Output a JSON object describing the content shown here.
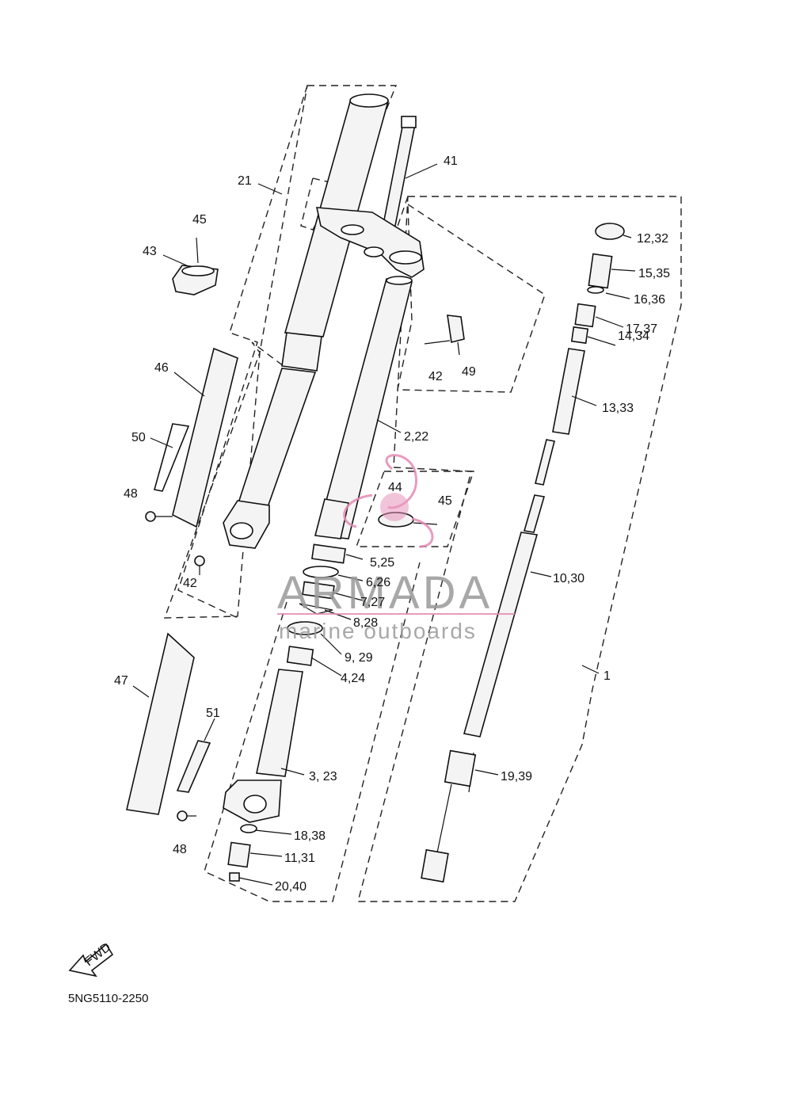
{
  "diagram_code": "5NG5110-2250",
  "fwd_label": "FWD",
  "watermark": {
    "brand": "ARMADA",
    "tagline": "marine outboards",
    "accent_color": "#e58ab4",
    "text_color": "#9a9a9a"
  },
  "callouts": {
    "c21": "21",
    "c41": "41",
    "c45a": "45",
    "c43": "43",
    "c12_32": "12,32",
    "c15_35": "15,35",
    "c16_36": "16,36",
    "c17_37": "17,37",
    "c14_34": "14,34",
    "c13_33": "13,33",
    "c42a": "42",
    "c49": "49",
    "c46": "46",
    "c2_22": "2,22",
    "c50": "50",
    "c44": "44",
    "c45b": "45",
    "c48a": "48",
    "c42b": "42",
    "c5_25": "5,25",
    "c10_30": "10,30",
    "c6_26": "6,26",
    "c7_27": "7,27",
    "c8_28": "8,28",
    "c9_29": "9, 29",
    "c1": "1",
    "c4_24": "4,24",
    "c47": "47",
    "c51": "51",
    "c3_23": "3, 23",
    "c19_39": "19,39",
    "c18_38": "18,38",
    "c48b": "48",
    "c11_31": "11,31",
    "c20_40": "20,40"
  }
}
